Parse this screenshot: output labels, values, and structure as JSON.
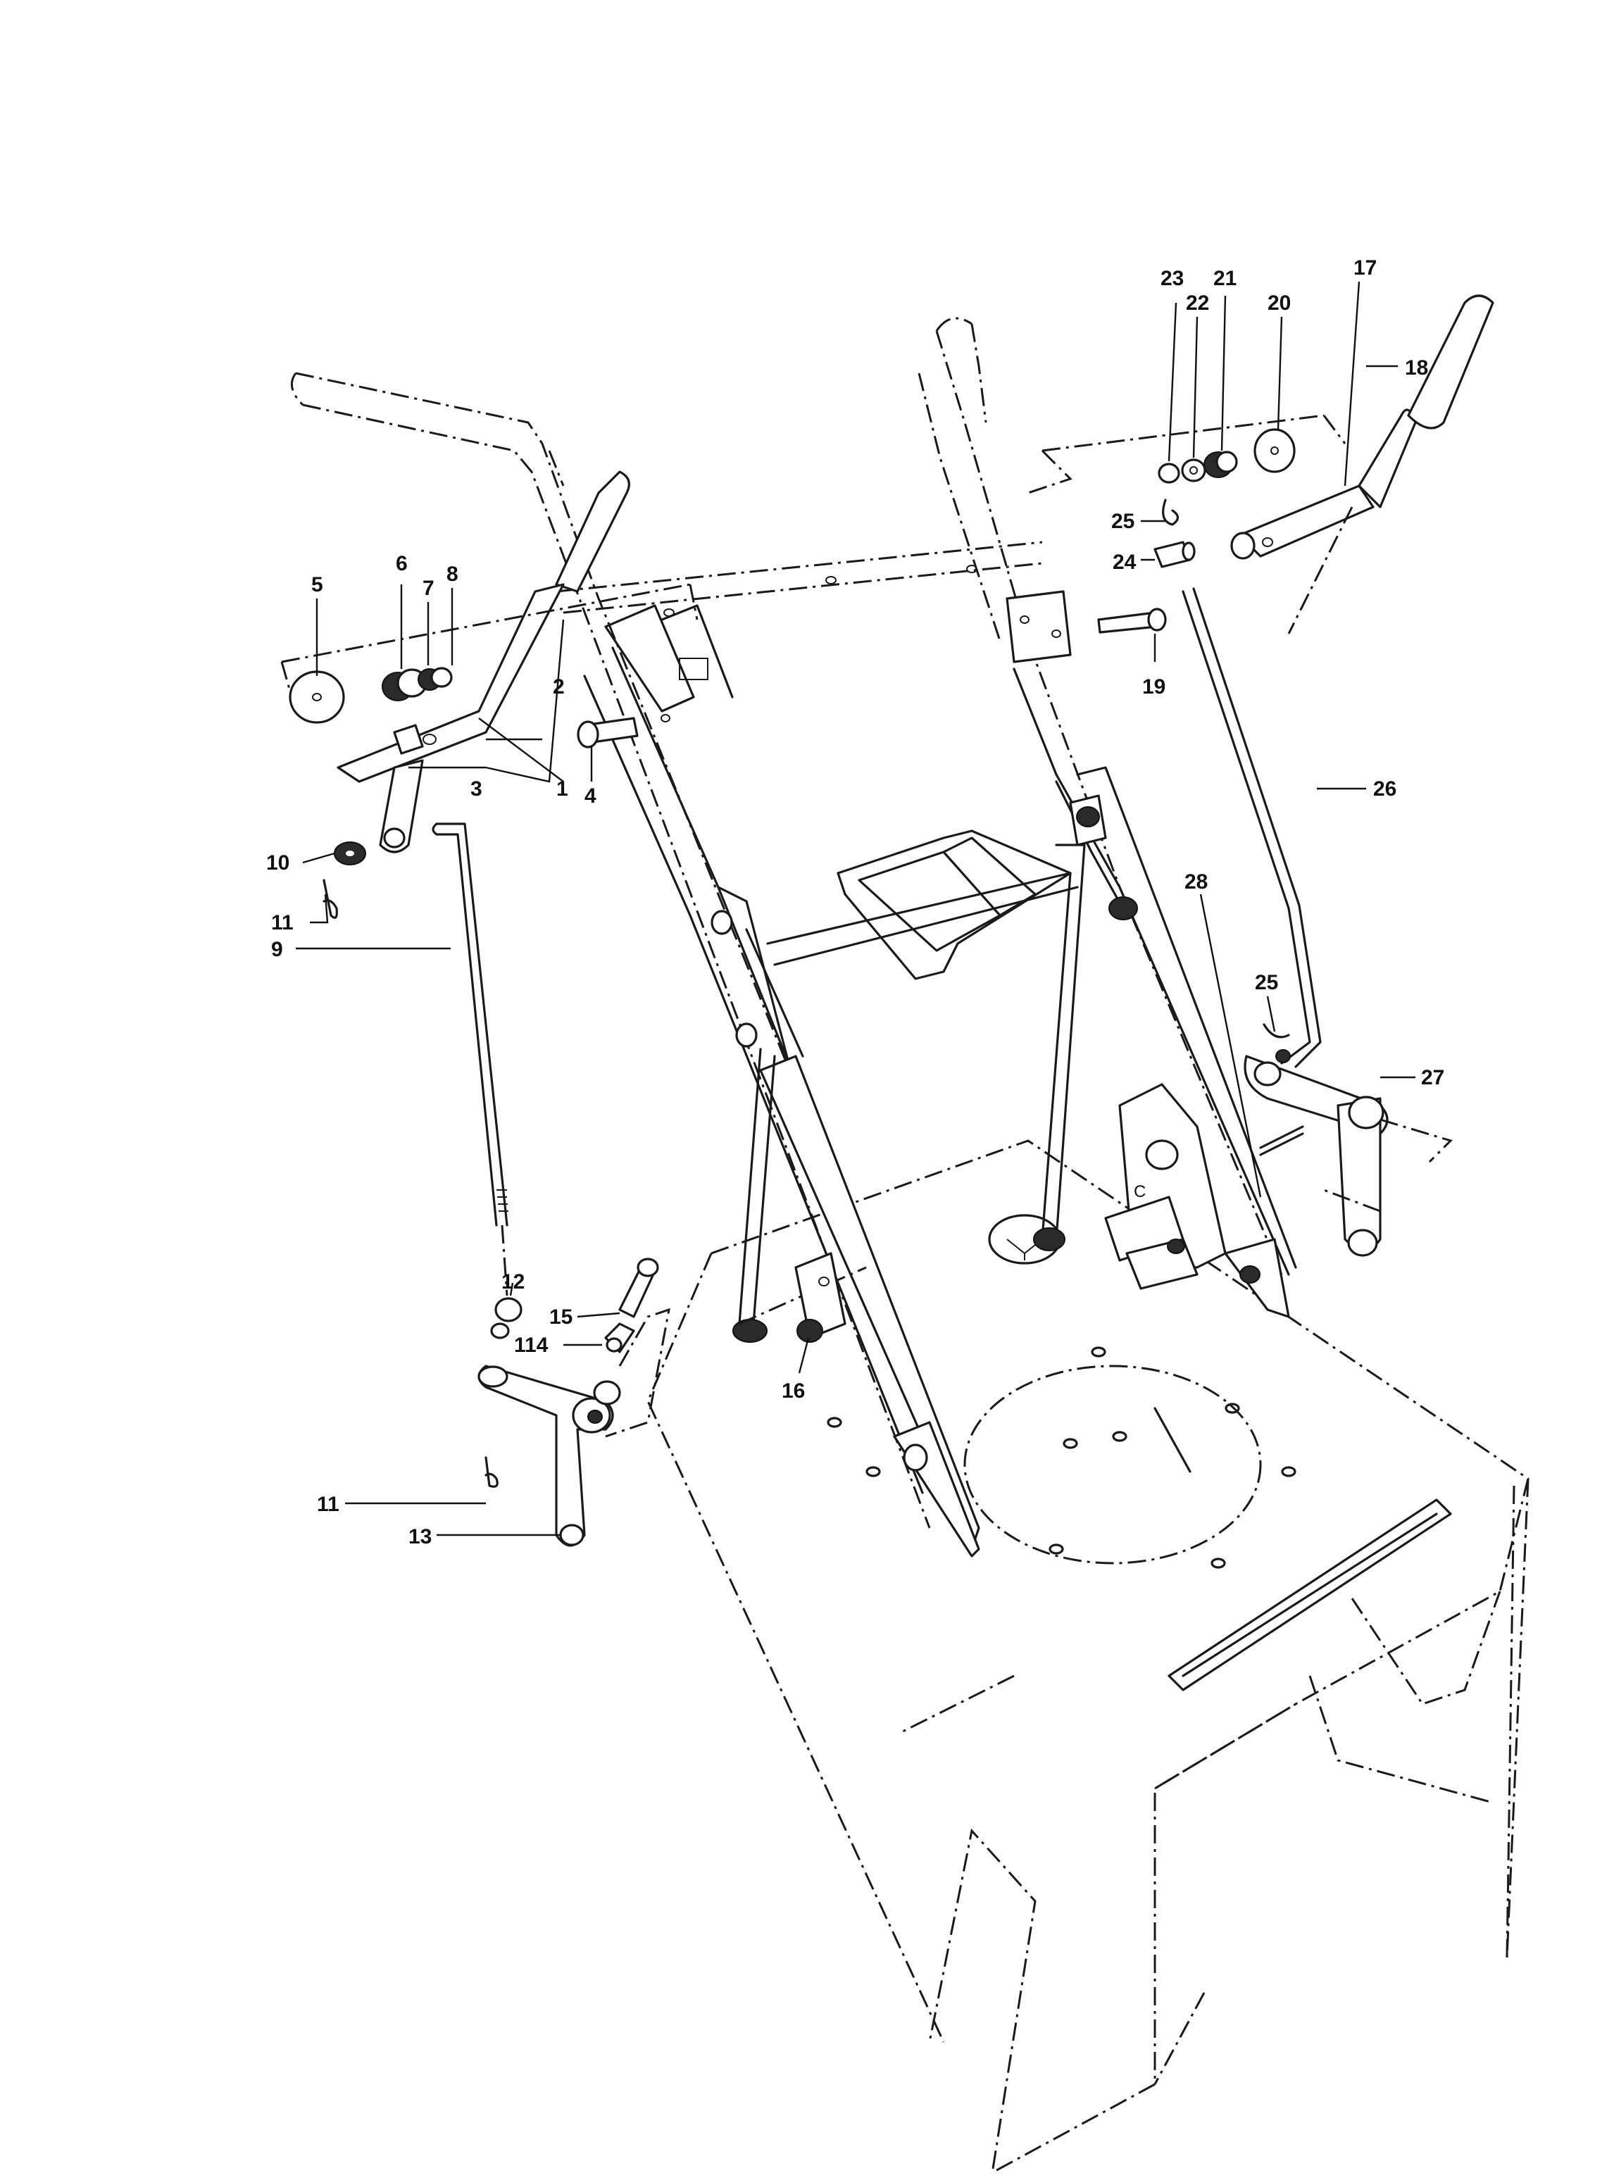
{
  "callouts": [
    {
      "id": "c1",
      "text": "1"
    },
    {
      "id": "c2",
      "text": "2"
    },
    {
      "id": "c3",
      "text": "3"
    },
    {
      "id": "c4",
      "text": "4"
    },
    {
      "id": "c5",
      "text": "5"
    },
    {
      "id": "c6",
      "text": "6"
    },
    {
      "id": "c7",
      "text": "7"
    },
    {
      "id": "c8",
      "text": "8"
    },
    {
      "id": "c9",
      "text": "9"
    },
    {
      "id": "c10",
      "text": "10"
    },
    {
      "id": "c11a",
      "text": "11"
    },
    {
      "id": "c11b",
      "text": "11"
    },
    {
      "id": "c12",
      "text": "12"
    },
    {
      "id": "c13",
      "text": "13"
    },
    {
      "id": "c14",
      "text": "114"
    },
    {
      "id": "c15",
      "text": "15"
    },
    {
      "id": "c16",
      "text": "16"
    },
    {
      "id": "c17",
      "text": "17"
    },
    {
      "id": "c18",
      "text": "18"
    },
    {
      "id": "c19",
      "text": "19"
    },
    {
      "id": "c20",
      "text": "20"
    },
    {
      "id": "c21",
      "text": "21"
    },
    {
      "id": "c22",
      "text": "22"
    },
    {
      "id": "c23",
      "text": "23"
    },
    {
      "id": "c24",
      "text": "24"
    },
    {
      "id": "c25a",
      "text": "25"
    },
    {
      "id": "c25b",
      "text": "25"
    },
    {
      "id": "c26",
      "text": "26"
    },
    {
      "id": "c27",
      "text": "27"
    },
    {
      "id": "c28",
      "text": "28"
    }
  ]
}
